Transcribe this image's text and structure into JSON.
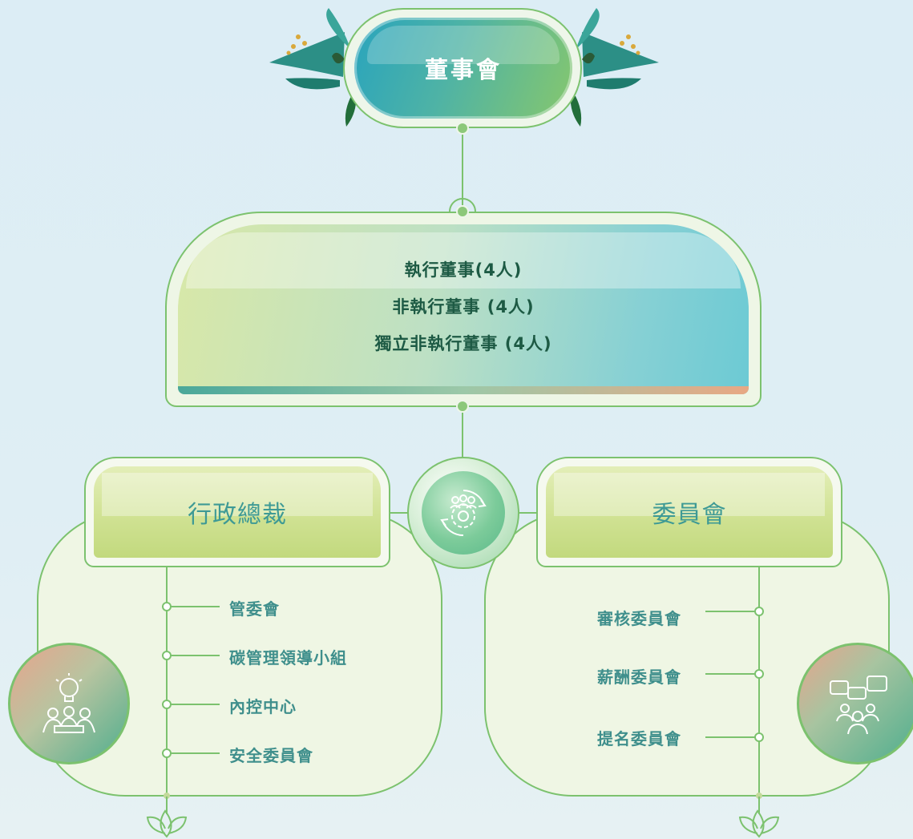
{
  "board": {
    "title": "董事會"
  },
  "directors": {
    "lines": [
      "執行董事(4人)",
      "非執行董事 (4人)",
      "獨立非執行董事 (4人)"
    ]
  },
  "left_panel": {
    "title": "行政總裁",
    "items": [
      "管委會",
      "碳管理領導小組",
      "內控中心",
      "安全委員會"
    ]
  },
  "right_panel": {
    "title": "委員會",
    "items": [
      "審核委員會",
      "薪酬委員會",
      "提名委員會"
    ]
  },
  "colors": {
    "line": "#7cc26e",
    "board_gradient_start": "#29a4bd",
    "board_gradient_end": "#86c76d",
    "item_text": "#3f8f8c",
    "directors_text": "#1d5a44"
  },
  "icons": {
    "center": "team-gear-cycle-icon",
    "left": "idea-meeting-icon",
    "right": "discussion-group-icon",
    "decor": "leaf-wreath-icon"
  }
}
